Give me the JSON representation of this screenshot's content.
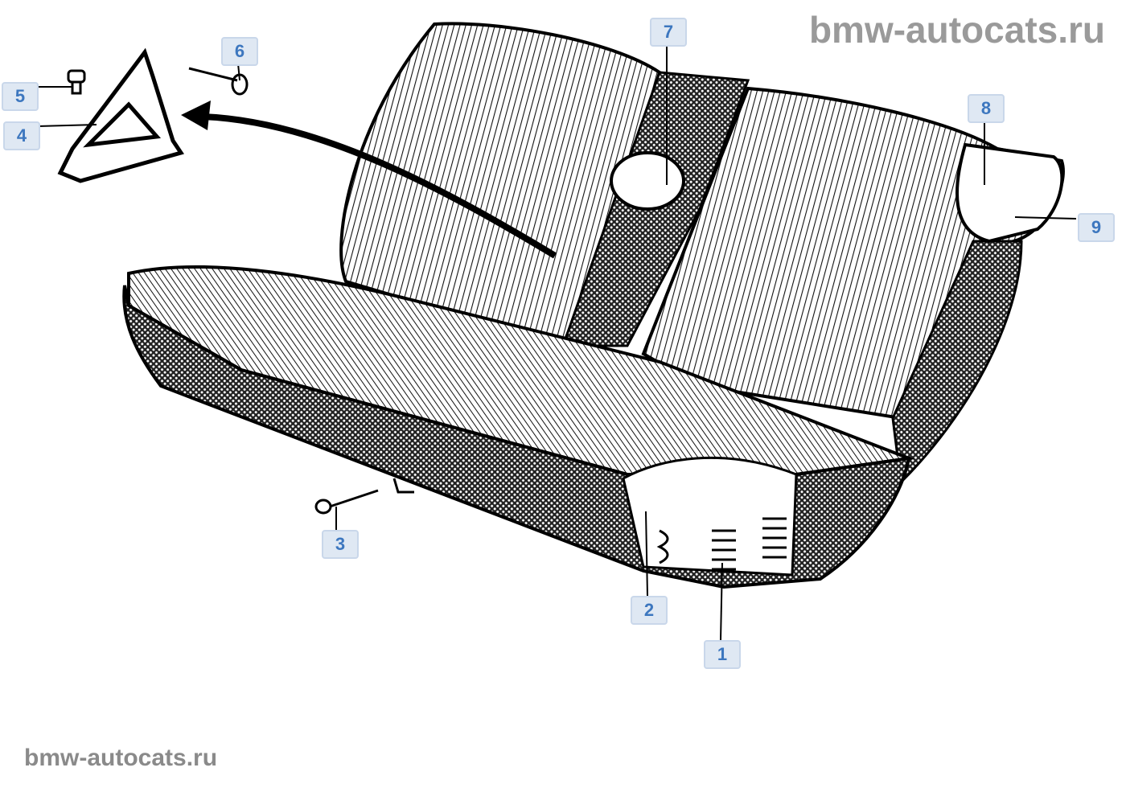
{
  "watermark_top": "bmw-autocats.ru",
  "watermark_bottom": "bmw-autocats.ru",
  "callouts": [
    "1",
    "2",
    "3",
    "4",
    "5",
    "6",
    "7",
    "8",
    "9"
  ]
}
